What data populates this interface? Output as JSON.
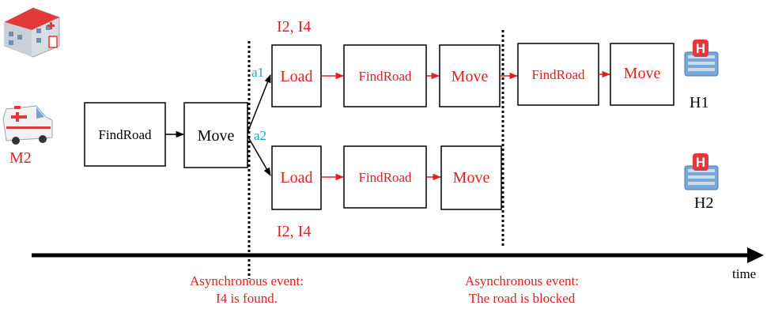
{
  "colors": {
    "event_text": "#e02020",
    "branch_label": "#1fa0d8",
    "default_text": "#000000",
    "arrow_black": "#000000",
    "arrow_red": "#e02020"
  },
  "agents": {
    "ambulance_label": "M2",
    "hospital_1_label": "H1",
    "hospital_2_label": "H2",
    "icons": [
      "hospital-building-icon",
      "ambulance-icon",
      "hospital-h-icon",
      "hospital-h-icon"
    ]
  },
  "initial_plan": {
    "step1": "FindRoad",
    "step2": "Move"
  },
  "branches": {
    "a1_label": "a1",
    "a2_label": "a2",
    "a1_targets": "I2, I4",
    "a2_targets": "I2, I4",
    "a1_steps": [
      "Load",
      "FindRoad",
      "Move"
    ],
    "a2_steps": [
      "Load",
      "FindRoad",
      "Move"
    ],
    "replan_steps": [
      "FindRoad",
      "Move"
    ]
  },
  "timeline": {
    "axis_label": "time",
    "event1_line1": "Asynchronous event:",
    "event1_line2": "I4 is found.",
    "event2_line1": "Asynchronous event:",
    "event2_line2": "The road is blocked"
  }
}
